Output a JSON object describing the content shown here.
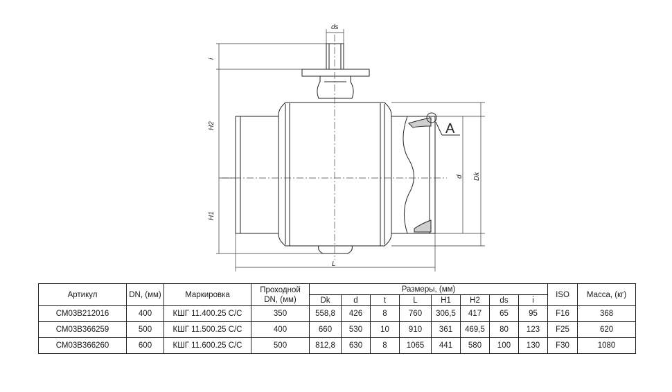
{
  "drawing": {
    "labels": {
      "ds": "ds",
      "i": "i",
      "h2": "H2",
      "h1": "H1",
      "l": "L",
      "d": "d",
      "dk": "Dk",
      "detail": "A"
    }
  },
  "table": {
    "headers": {
      "article": "Артикул",
      "dn": "DN, (мм)",
      "marking": "Маркировка",
      "bore": "Проходной DN, (мм)",
      "dimensions": "Размеры, (мм)",
      "iso": "ISO",
      "mass": "Масса, (кг)"
    },
    "subheaders": [
      "Dk",
      "d",
      "t",
      "L",
      "H1",
      "H2",
      "ds",
      "i"
    ],
    "rows": [
      [
        "СМ03В212016",
        "400",
        "КШГ 11.400.25 С/С",
        "350",
        "558,8",
        "426",
        "8",
        "760",
        "306,5",
        "417",
        "65",
        "95",
        "F16",
        "368"
      ],
      [
        "СМ03В366259",
        "500",
        "КШГ 11.500.25 С/С",
        "400",
        "660",
        "530",
        "10",
        "910",
        "361",
        "469,5",
        "80",
        "123",
        "F25",
        "620"
      ],
      [
        "СМ03В366260",
        "600",
        "КШГ 11.600.25 С/С",
        "500",
        "812,8",
        "630",
        "8",
        "1065",
        "441",
        "580",
        "100",
        "130",
        "F30",
        "1080"
      ]
    ]
  }
}
